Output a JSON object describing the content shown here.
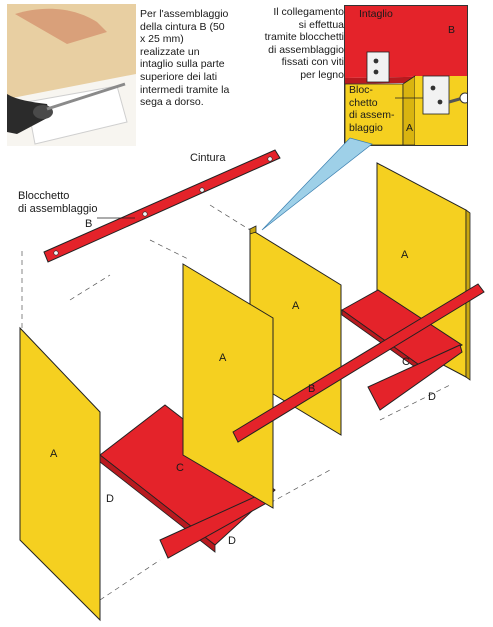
{
  "photo_caption": {
    "lines": [
      "Per l'assemblaggio",
      "della cintura B (50",
      "x 25 mm)",
      "realizzate un",
      "intaglio sulla parte",
      "superiore dei lati",
      "intermedi tramite la",
      "sega a dorso."
    ]
  },
  "detail_caption": {
    "lines": [
      "Il collegamento",
      "si effettua",
      "tramite blocchetti",
      "di assemblaggio",
      "fissati con viti",
      "per legno"
    ]
  },
  "inset": {
    "intaglio": "Intaglio",
    "part_b": "B",
    "blocchetto_lines": [
      "Bloc-",
      "chetto",
      "di assem-",
      "blaggio"
    ],
    "part_a": "A"
  },
  "labels": {
    "cintura": "Cintura",
    "blocchetto_lines": [
      "Blocchetto",
      "di assemblaggio"
    ],
    "rail_b_left": "B",
    "rail_b_right": "B",
    "panel_a1": "A",
    "panel_a2": "A",
    "panel_a3": "A",
    "panel_a4": "A",
    "shelf_c1": "C",
    "shelf_c2": "C",
    "strip_d1": "D",
    "strip_d2": "D",
    "strip_d3": "D"
  },
  "colors": {
    "panel_yellow": "#f5d020",
    "shelf_red": "#e4232a",
    "outline": "#222222",
    "wood_photo": "#e8cfa2"
  }
}
